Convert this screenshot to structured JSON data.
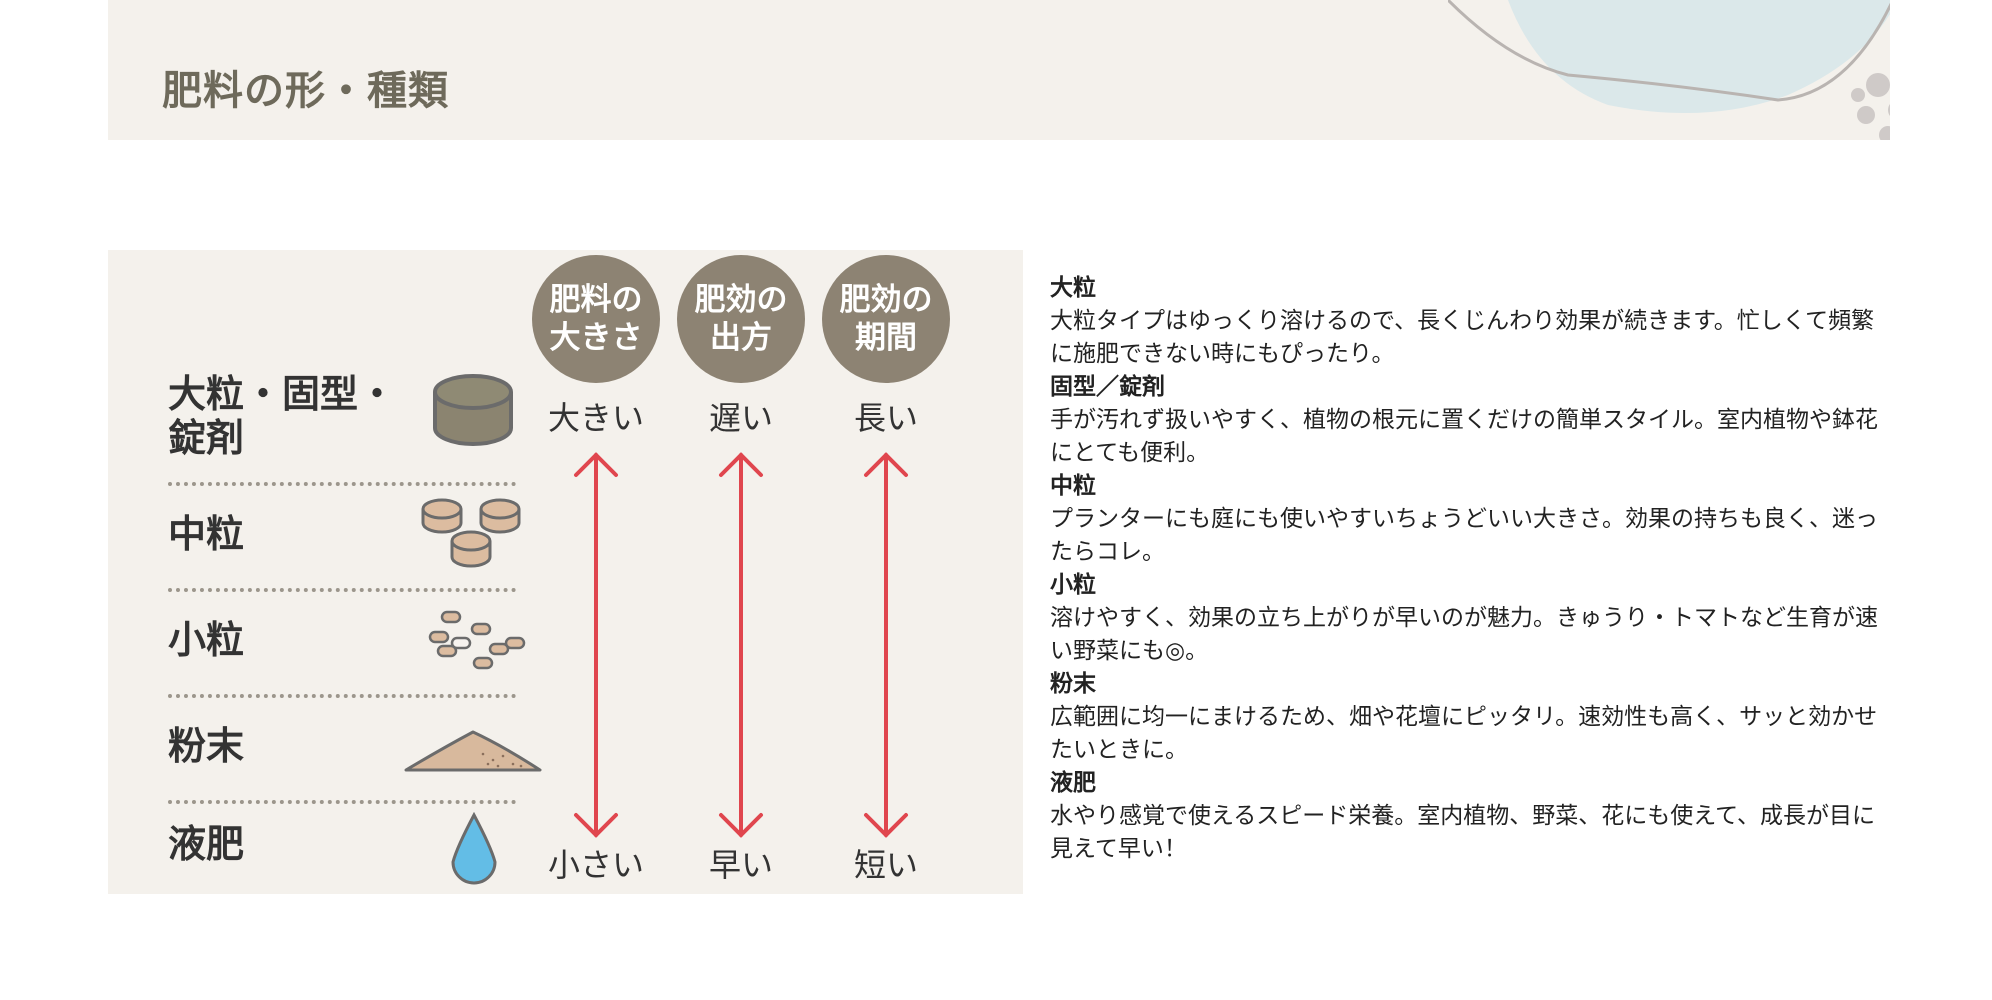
{
  "header": {
    "title": "肥料の形・種類"
  },
  "diagram": {
    "columns": [
      {
        "line1": "肥料の",
        "line2": "大きさ",
        "top": "大きい",
        "bottom": "小さい"
      },
      {
        "line1": "肥効の",
        "line2": "出方",
        "top": "遅い",
        "bottom": "早い"
      },
      {
        "line1": "肥効の",
        "line2": "期間",
        "top": "長い",
        "bottom": "短い"
      }
    ],
    "rows": [
      {
        "line1": "大粒・固型・",
        "line2": "錠剤",
        "icon": "large-tablet-icon"
      },
      {
        "line1": "中粒",
        "icon": "medium-granules-icon"
      },
      {
        "line1": "小粒",
        "icon": "small-granules-icon"
      },
      {
        "line1": "粉末",
        "icon": "powder-pile-icon"
      },
      {
        "line1": "液肥",
        "icon": "water-drop-icon"
      }
    ],
    "colors": {
      "circle": "#8d8373",
      "arrow": "#e0464e",
      "panel": "#f4f1ec"
    }
  },
  "descriptions": [
    {
      "heading": "大粒",
      "text": "大粒タイプはゆっくり溶けるので、長くじんわり効果が続きます。忙しくて頻繁に施肥できない時にもぴったり。"
    },
    {
      "heading": "固型／錠剤",
      "text": "手が汚れず扱いやすく、植物の根元に置くだけの簡単スタイル。室内植物や鉢花にとても便利。"
    },
    {
      "heading": "中粒",
      "text": "プランターにも庭にも使いやすいちょうどいい大きさ。効果の持ちも良く、迷ったらコレ。"
    },
    {
      "heading": "小粒",
      "text": "溶けやすく、効果の立ち上がりが早いのが魅力。きゅうり・トマトなど生育が速い野菜にも◎。"
    },
    {
      "heading": "粉末",
      "text": "広範囲に均一にまけるため、畑や花壇にピッタリ。速効性も高く、サッと効かせたいときに。"
    },
    {
      "heading": "液肥",
      "text": "水やり感覚で使えるスピード栄養。室内植物、野菜、花にも使えて、成長が目に見えて早い！"
    }
  ]
}
